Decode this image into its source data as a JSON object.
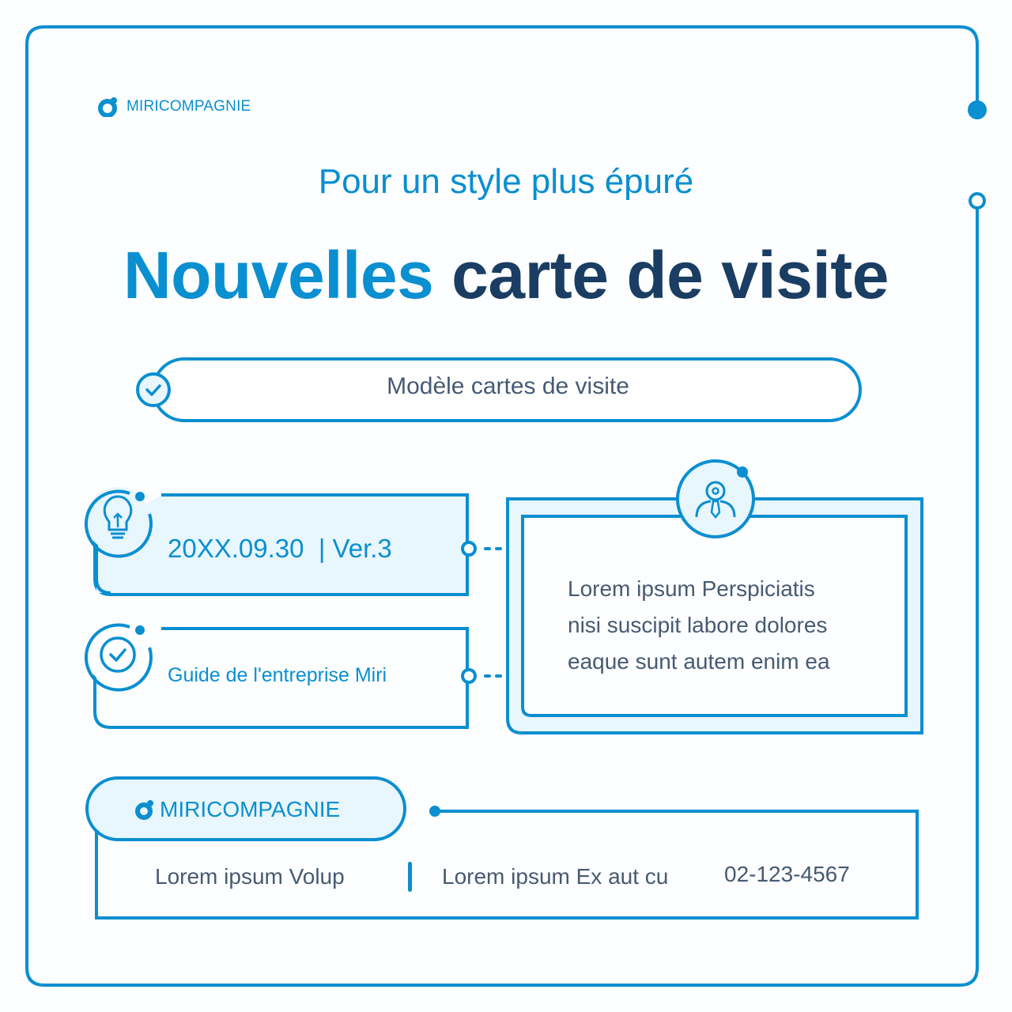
{
  "brand": {
    "name": "MIRICOMPAGNIE",
    "colors": {
      "primary": "#0a8fd0",
      "dark": "#1a3d63",
      "text": "#465a74",
      "fill": "#e8f6fd"
    }
  },
  "header": {
    "subtitle": "Pour un style plus épuré",
    "title_highlight": "Nouvelles",
    "title_rest": "carte de visite"
  },
  "pill": {
    "icon": "check-circle-icon",
    "label": "Modèle cartes de visite"
  },
  "cards": [
    {
      "icon": "lightbulb-icon",
      "text": "20XX.09.30  | Ver.3"
    },
    {
      "icon": "check-circle-icon",
      "text": "Guide de l'entreprise Miri"
    }
  ],
  "info_box": {
    "icon": "person-gear-icon",
    "lines": [
      "Lorem ipsum Perspiciatis",
      "nisi suscipit labore dolores",
      "eaque sunt autem enim ea"
    ]
  },
  "footer": {
    "brand": "MIRICOMPAGNIE",
    "item1": "Lorem ipsum Volup",
    "item2": "Lorem ipsum Ex aut cu",
    "phone": "02-123-4567"
  }
}
